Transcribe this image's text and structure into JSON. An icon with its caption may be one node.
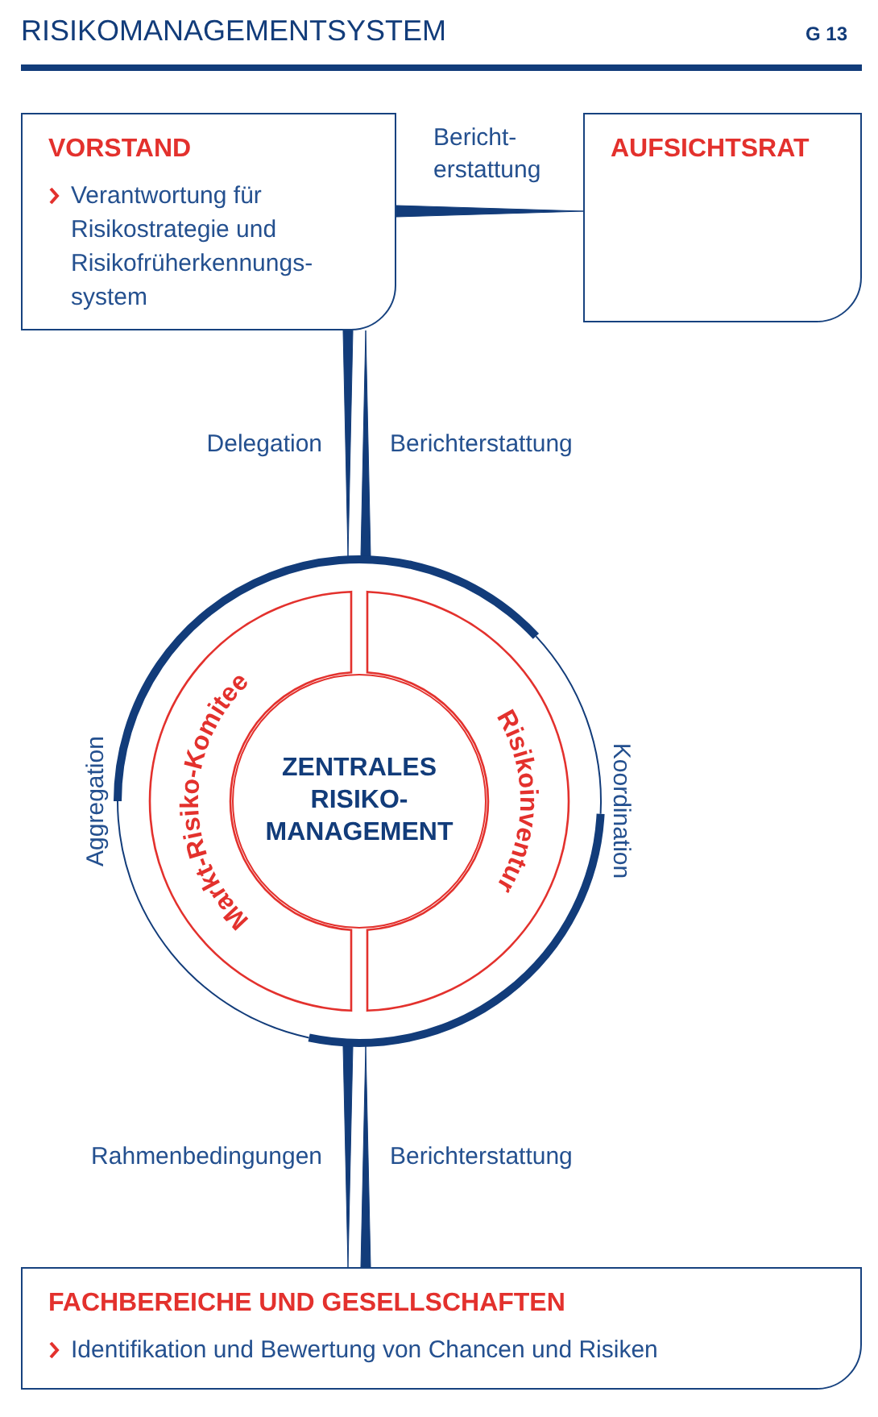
{
  "diagram": {
    "title": "RISIKOMANAGEMENTSYSTEM",
    "nodes": [
      {
        "text": [
          "VORSTAND",
          "Verantwortung für Risikostrategie und Risikofrüherkennungs- system"
        ]
      },
      {
        "text": [
          "AUFSICHTSRAT"
        ]
      },
      {
        "text": [],
        "shape": "circle"
      },
      {
        "text": [
          "Markt-Risiko-Komitee"
        ],
        "in": 2
      },
      {
        "text": [
          "Risikoinventur"
        ],
        "in": 2
      },
      {
        "text": [
          "ZENTRALES RISIKO- MANAGEMENT"
        ],
        "in": 2
      },
      {
        "text": [
          "FACHBEREICHE UND GESELLSCHAFTEN",
          "Identifikation und Bewertung von Chancen und Risiken"
        ]
      }
    ],
    "edges": [
      {
        "from": 0,
        "to": 1,
        "arrow": "none",
        "label": "Bericht- erstattung"
      },
      {
        "from": 0,
        "to": 2,
        "arrow": "none",
        "label": "Delegation"
      },
      {
        "from": 2,
        "to": 0,
        "arrow": "none",
        "label": "Berichterstattung"
      },
      {
        "from": 2,
        "to": 6,
        "arrow": "none",
        "label": "Rahmenbedingungen"
      },
      {
        "from": 6,
        "to": 2,
        "arrow": "none",
        "label": "Berichterstattung"
      }
    ],
    "labels": [
      "G 13",
      "Aggregation",
      "Koordination"
    ]
  }
}
